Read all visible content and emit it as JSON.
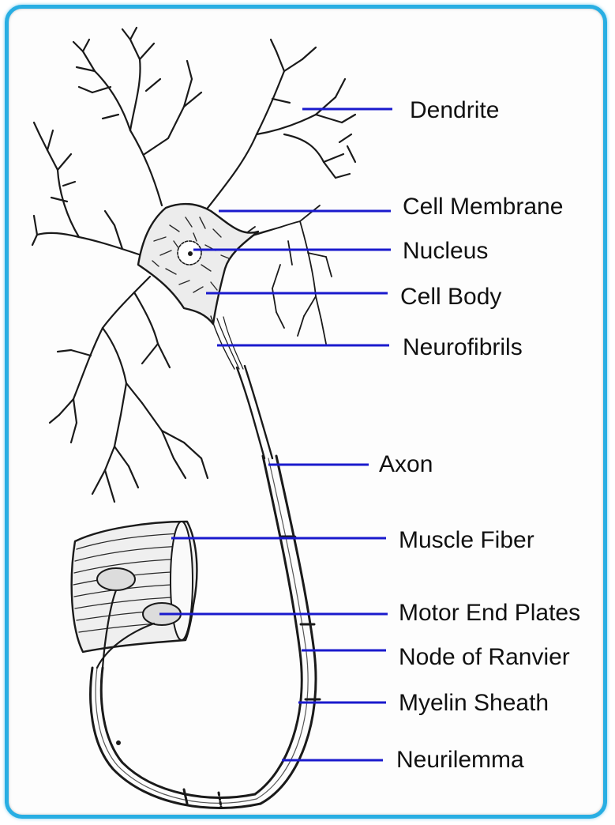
{
  "diagram": {
    "labels": {
      "dendrite": "Dendrite",
      "cell_membrane": "Cell Membrane",
      "nucleus": "Nucleus",
      "cell_body": "Cell Body",
      "neurofibrils": "Neurofibrils",
      "axon": "Axon",
      "muscle_fiber": "Muscle Fiber",
      "motor_end_plates": "Motor End Plates",
      "node_of_ranvier": "Node of Ranvier",
      "myelin_sheath": "Myelin Sheath",
      "neurilemma": "Neurilemma"
    },
    "colors": {
      "frame_border": "#28aee3",
      "leader_line": "#1a1acd",
      "ink": "#1a1a1a"
    }
  }
}
